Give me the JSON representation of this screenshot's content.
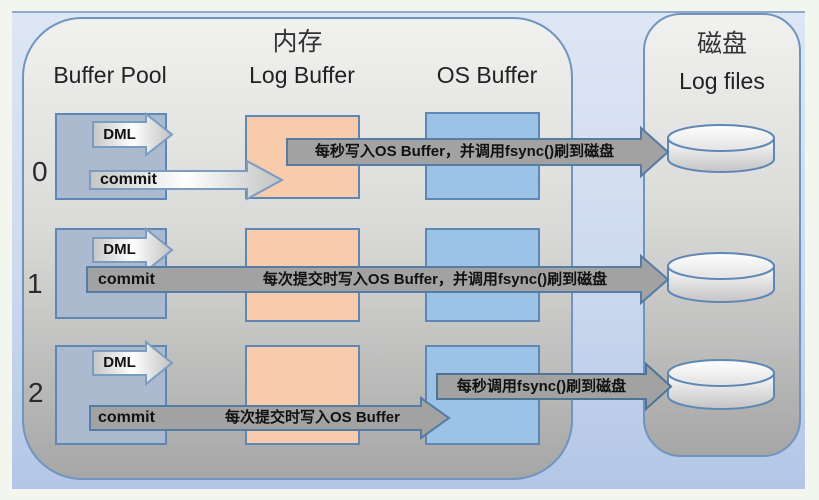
{
  "diagram": {
    "memory_panel": {
      "title": "内存",
      "columns": [
        "Buffer Pool",
        "Log Buffer",
        "OS Buffer"
      ]
    },
    "disk_panel": {
      "title": "磁盘",
      "label": "Log files"
    },
    "rows": [
      {
        "id": "0",
        "dml": "DML",
        "commit": "commit",
        "flow_text": "每秒写入OS Buffer，并调用fsync()刷到磁盘"
      },
      {
        "id": "1",
        "dml": "DML",
        "commit": "commit",
        "flow_text": "每次提交时写入OS Buffer，并调用fsync()刷到磁盘"
      },
      {
        "id": "2",
        "dml": "DML",
        "commit": "commit",
        "flow_text": "每次提交时写入OS Buffer",
        "fsync_text": "每秒调用fsync()刷到磁盘"
      }
    ],
    "colors": {
      "panel_border": "#6f94bd",
      "box_border": "#5d87b5",
      "buffer_pool_fill": "#abbacf",
      "log_buffer_fill": "#f8cbad",
      "os_buffer_fill": "#9cc3e6",
      "flow_bar_fill": "#a2a2a2",
      "background_top": "#dde6f4",
      "background_bottom": "#b3c6e7"
    }
  }
}
